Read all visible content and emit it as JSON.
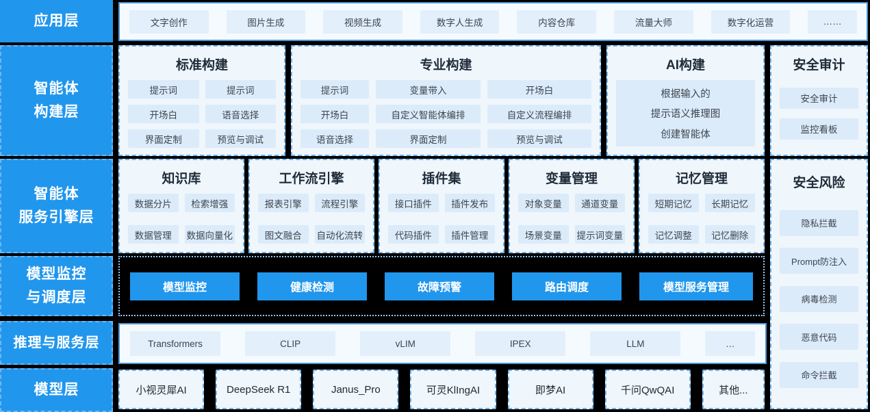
{
  "colors": {
    "accent": "#2196ED",
    "panel_bg": "#EFF6FC",
    "chip_bg": "#DCEBF9",
    "dash_border": "#70B3EA",
    "solid_border": "#4D96D9"
  },
  "app": {
    "label": "应用层",
    "items": [
      "文字创作",
      "图片生成",
      "视频生成",
      "数字人生成",
      "内容仓库",
      "流量大师",
      "数字化运营",
      "……"
    ]
  },
  "build": {
    "label_line1": "智能体",
    "label_line2": "构建层",
    "std": {
      "title": "标准构建",
      "items": [
        "提示词",
        "提示词",
        "开场白",
        "语音选择",
        "界面定制",
        "预览与调试"
      ]
    },
    "pro": {
      "title": "专业构建",
      "items": [
        "提示词",
        "变量带入",
        "开场白",
        "开场白",
        "自定义智能体编排",
        "自定义流程编排",
        "语音选择",
        "界面定制",
        "预览与调试"
      ]
    },
    "ai": {
      "title": "AI构建",
      "line1": "根据输入的",
      "line2": "提示语义推理图",
      "line3": "创建智能体"
    },
    "audit": {
      "title": "安全审计",
      "items": [
        "安全审计",
        "监控看板"
      ]
    }
  },
  "service": {
    "label_line1": "智能体",
    "label_line2": "服务引擎层",
    "sections": [
      {
        "title": "知识库",
        "items": [
          "数据分片",
          "检索增强",
          "数据管理",
          "数据向量化"
        ]
      },
      {
        "title": "工作流引擎",
        "items": [
          "报表引擎",
          "流程引擎",
          "图文融合",
          "自动化流转"
        ]
      },
      {
        "title": "插件集",
        "items": [
          "接口插件",
          "插件发布",
          "代码插件",
          "插件管理"
        ]
      },
      {
        "title": "变量管理",
        "items": [
          "对象变量",
          "通道变量",
          "场景变量",
          "提示词变量"
        ]
      },
      {
        "title": "记忆管理",
        "items": [
          "短期记忆",
          "长期记忆",
          "记忆调整",
          "记忆删除"
        ]
      }
    ]
  },
  "risk": {
    "title": "安全风险",
    "items": [
      "隐私拦截",
      "Prompt防注入",
      "病毒检测",
      "恶意代码",
      "命令拦截"
    ]
  },
  "monitor": {
    "label_line1": "模型监控",
    "label_line2": "与调度层",
    "buttons": [
      "模型监控",
      "健康检测",
      "故障预警",
      "路由调度",
      "模型服务管理"
    ]
  },
  "infer": {
    "label": "推理与服务层",
    "items": [
      "Transformers",
      "CLIP",
      "vLIM",
      "IPEX",
      "LLM",
      "…"
    ]
  },
  "model": {
    "label": "模型层",
    "items": [
      "小视灵犀AI",
      "DeepSeek R1",
      "Janus_Pro",
      "可灵KlIngAI",
      "即梦AI",
      "千问QwQAI",
      "其他..."
    ]
  }
}
